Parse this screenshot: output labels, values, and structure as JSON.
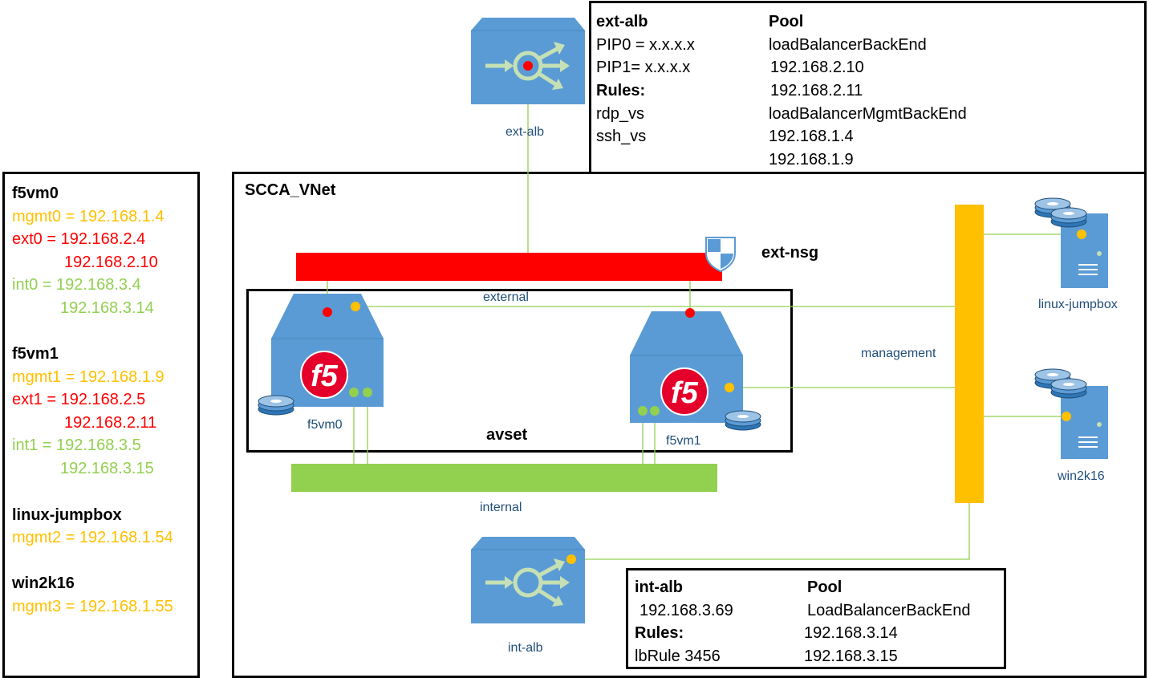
{
  "colors": {
    "mgmt": "#ffc000",
    "ext": "#ff0000",
    "int": "#92d050",
    "vm_blue": "#5b9bd5",
    "label_blue": "#1f4e79"
  },
  "left_panel": {
    "f5vm0": {
      "title": "f5vm0",
      "mgmt": "mgmt0 = 192.168.1.4",
      "ext": "ext0 = 192.168.2.4",
      "ext2": "192.168.2.10",
      "int": "int0 = 192.168.3.4",
      "int2": "192.168.3.14"
    },
    "f5vm1": {
      "title": "f5vm1",
      "mgmt": "mgmt1 = 192.168.1.9",
      "ext": "ext1 = 192.168.2.5",
      "ext2": "192.168.2.11",
      "int": "int1 = 192.168.3.5",
      "int2": "192.168.3.15"
    },
    "jumpbox": {
      "title": "linux-jumpbox",
      "mgmt": "mgmt2 = 192.168.1.54"
    },
    "win": {
      "title": "win2k16",
      "mgmt": "mgmt3 = 192.168.1.55"
    }
  },
  "ext_alb_table": {
    "title": "ext-alb",
    "pool_header": "Pool",
    "pip0": "PIP0 = x.x.x.x",
    "pip1": "PIP1= x.x.x.x",
    "rules_header": "Rules:",
    "rule1": "rdp_vs",
    "rule2": "ssh_vs",
    "pool1": "loadBalancerBackEnd",
    "pool1_ip1": "192.168.2.10",
    "pool1_ip2": "192.168.2.11",
    "pool2": "loadBalancerMgmtBackEnd",
    "pool2_ip1": "192.168.1.4",
    "pool2_ip2": "192.168.1.9"
  },
  "int_alb_table": {
    "title": "int-alb",
    "pool_header": "Pool",
    "ip": "192.168.3.69",
    "rules_header": "Rules:",
    "rule1": "lbRule 3456",
    "pool1": "LoadBalancerBackEnd",
    "pool1_ip1": "192.168.3.14",
    "pool1_ip2": "192.168.3.15"
  },
  "diagram": {
    "vnet": "SCCA_VNet",
    "avset": "avset",
    "ext_nsg": "ext-nsg",
    "external": "external",
    "internal": "internal",
    "management": "management",
    "ext_alb": "ext-alb",
    "int_alb": "int-alb",
    "f5vm0": "f5vm0",
    "f5vm1": "f5vm1",
    "linux_jumpbox": "linux-jumpbox",
    "win2k16": "win2k16",
    "f5_logo": "f5"
  },
  "icons": {
    "load_balancer": "load-balancer-icon",
    "f5": "f5-logo-icon",
    "disk": "disk-stack-icon",
    "server": "server-icon",
    "shield": "nsg-shield-icon"
  }
}
